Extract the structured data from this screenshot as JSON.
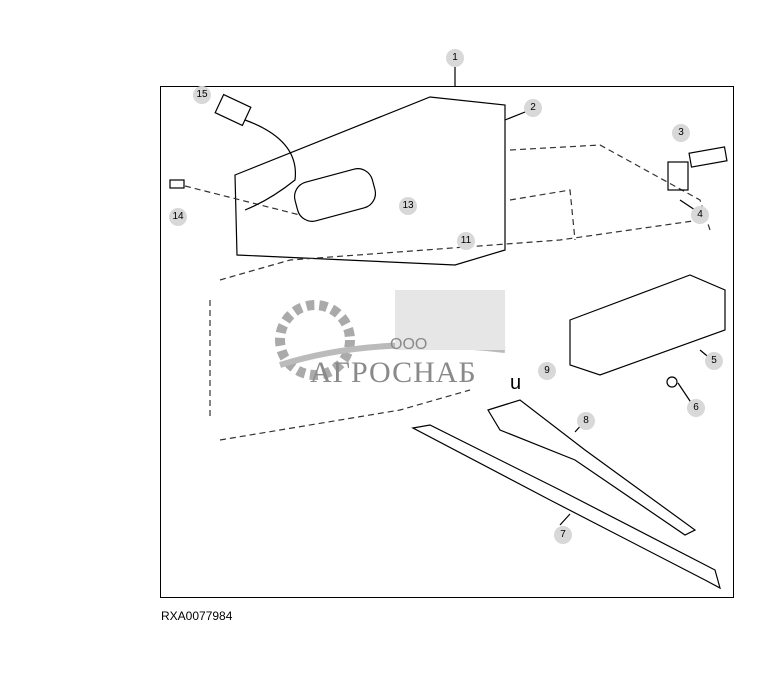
{
  "diagram": {
    "caption": "RXA0077984",
    "callouts": [
      "1",
      "2",
      "3",
      "4",
      "5",
      "6",
      "7",
      "8",
      "9",
      "11",
      "13",
      "14",
      "15"
    ],
    "stray_text": "u"
  },
  "watermark": {
    "prefix": "ООО",
    "name": "АГРОСНАБ"
  }
}
